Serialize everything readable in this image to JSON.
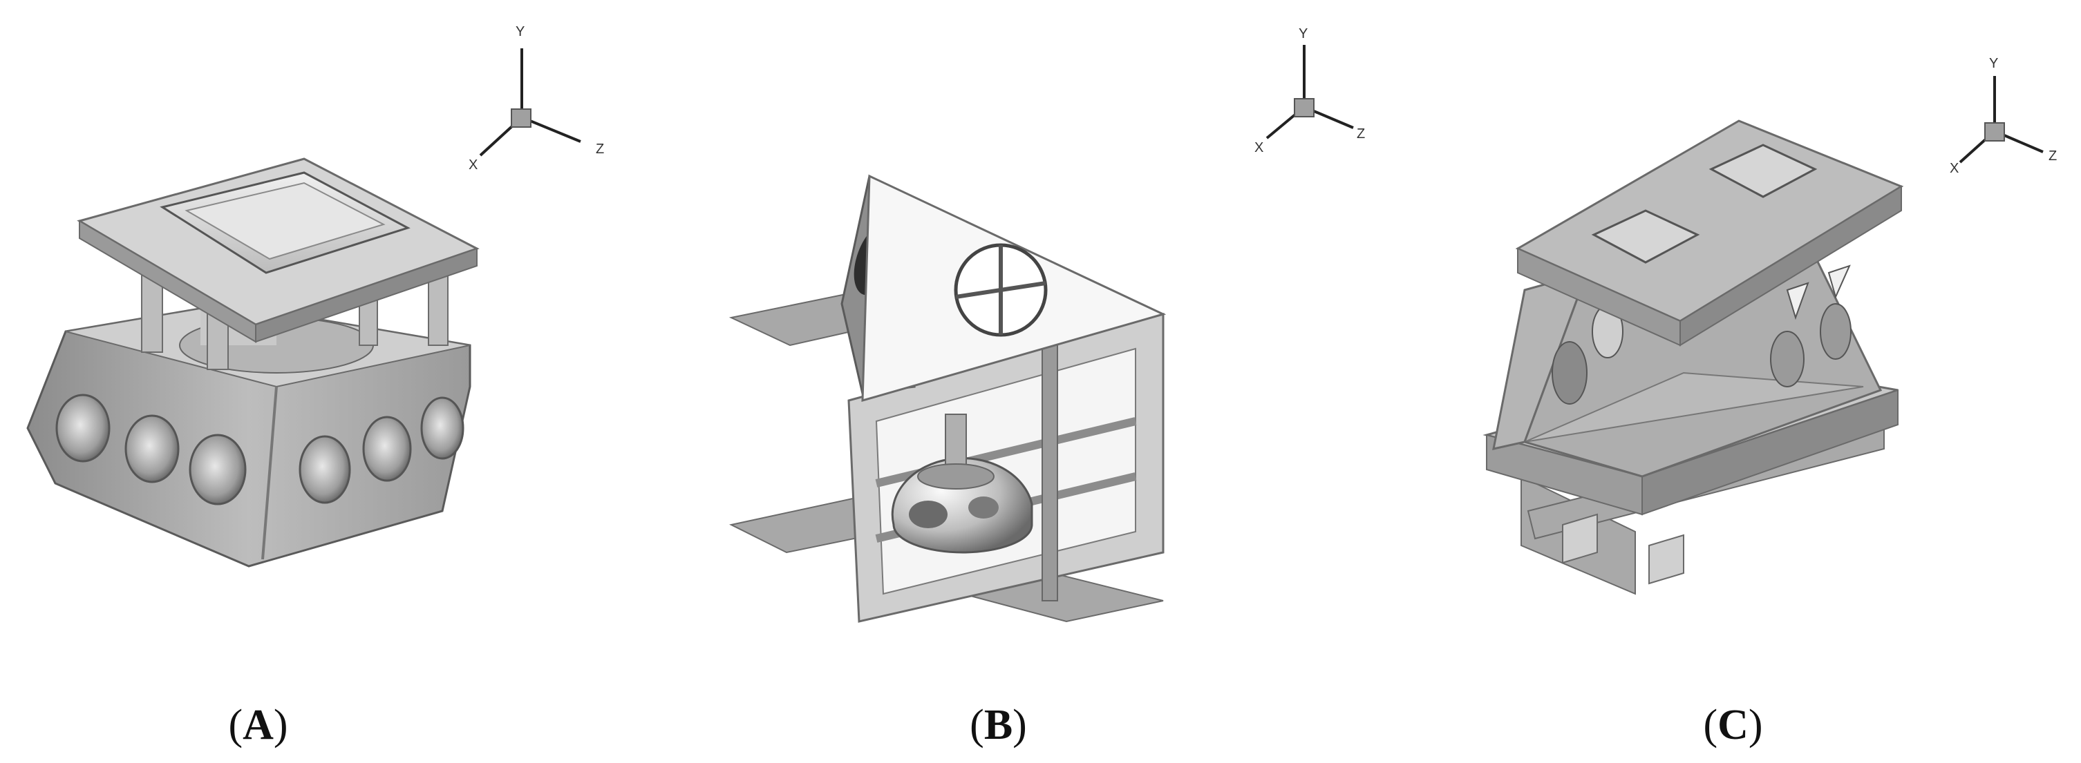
{
  "figure": {
    "panels": [
      {
        "id": "A",
        "caption_open": "(",
        "caption_letter": "A",
        "caption_close": ")",
        "axes": {
          "y": "Y",
          "x": "X",
          "z": "Z"
        }
      },
      {
        "id": "B",
        "caption_open": "(",
        "caption_letter": "B",
        "caption_close": ")",
        "axes": {
          "y": "Y",
          "x": "X",
          "z": "Z"
        }
      },
      {
        "id": "C",
        "caption_open": "(",
        "caption_letter": "C",
        "caption_close": ")",
        "axes": {
          "y": "Y",
          "x": "X",
          "z": "Z"
        }
      }
    ]
  },
  "colors": {
    "light": "#d9d9d9",
    "mid": "#a6a6a6",
    "dark": "#6e6e6e",
    "highlight": "#f2f2f2"
  }
}
